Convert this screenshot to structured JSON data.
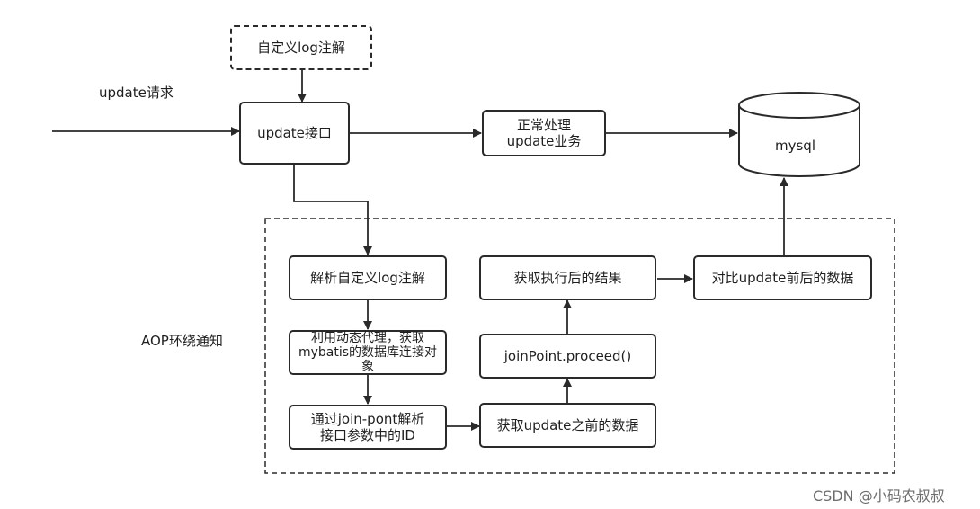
{
  "diagram": {
    "request_label": "update请求",
    "aop_label": "AOP环绕通知",
    "nodes": {
      "custom_annotation": "自定义log注解",
      "update_interface": "update接口",
      "normal_process": "正常处理\nupdate业务",
      "mysql": "mysql",
      "parse_annotation": "解析自定义log注解",
      "dynamic_proxy": "利用动态代理，获取mybatis的数据库连接对象",
      "get_id": "通过join-pont解析\n接口参数中的ID",
      "data_before": "获取update之前的数据",
      "proceed": "joinPoint.proceed()",
      "result_after": "获取执行后的结果",
      "compare": "对比update前后的数据"
    }
  },
  "watermark": "CSDN @小码农叔叔"
}
